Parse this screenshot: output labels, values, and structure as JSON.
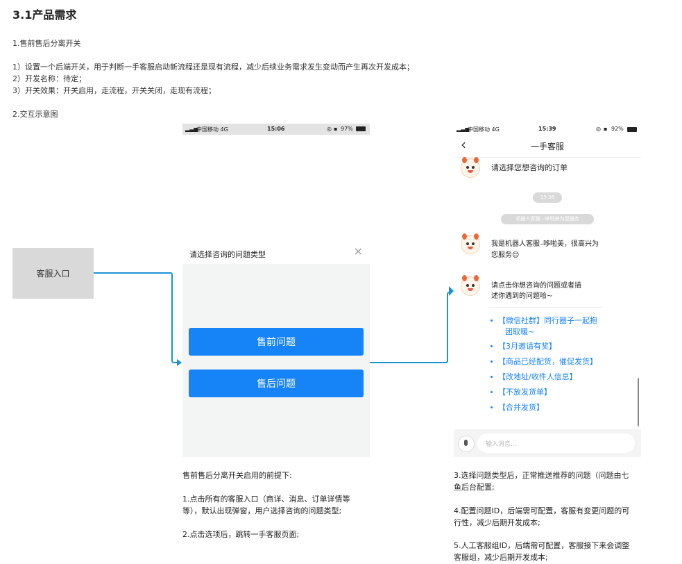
{
  "heading": "3.1产品需求",
  "section1": "1.售前售后分离开关",
  "points": [
    "1）设置一个后端开关，用于判断一手客服启动新流程还是现有流程，减少后续业务需求发生变动而产生再次开发成本；",
    "2）开发名称：待定；",
    "3）开关效果：开关启用，走流程，开关关闭，走现有流程；"
  ],
  "section2": "2.交互示意图",
  "entry_label": "客服入口",
  "phone1": {
    "carrier": "中国移动 4G",
    "time": "15:06",
    "battery": "97%",
    "dialog_title": "请选择咨询的问题类型",
    "close_glyph": "×",
    "btn_presale": "售前问题",
    "btn_aftersale": "售后问题"
  },
  "phone2": {
    "carrier": "中国移动 4G",
    "time": "15:39",
    "battery": "92%",
    "back_glyph": "‹",
    "title": "一手客服",
    "msg_order": "请选择您想咨询的订单",
    "pill_time": "15:38",
    "pill_service": "机器人客服—哆啦美为您服务",
    "msg_greet_1": "我是机器人客服–哆啦美，很高兴为",
    "msg_greet_2": "您服务",
    "emoji": "😊",
    "msg_ask_1": "请点击你想咨询的问题或者描",
    "msg_ask_2": "述你遇到的问题哈~",
    "links": [
      "【微信社群】同行圈子一起抱",
      "团取暖~",
      "【3月邀请有奖】",
      "【商品已经配货，催促发货】",
      "【改地址/收件人信息】",
      "【不放发货单】",
      "【合并发货】"
    ],
    "input_placeholder": "输入消息..."
  },
  "notes_left": {
    "title": "售前售后分离开关启用的前提下:",
    "n1_l1": "1.点击所有的客服入口（商详、消息、订单详情等",
    "n1_l2": "等），默认出现弹窗，用户选择咨询的问题类型;",
    "n2": "2.点击选项后，跳转一手客服页面;"
  },
  "notes_right": {
    "n3_l1": "3.选择问题类型后，正常推送推荐的问题（问题由七",
    "n3_l2": "鱼后台配置;",
    "n4_l1": "4.配置问题ID，后端需可配置，客服有变更问题的可",
    "n4_l2": "行性，减少后期开发成本;",
    "n5_l1": "5.人工客服组ID，后端需可配置，客服接下来会调整",
    "n5_l2": "客服组，减少后期开发成本;"
  },
  "colors": {
    "accent": "#1683f6",
    "connector": "#1a93d4",
    "entry_bg": "#d9d9d9"
  }
}
